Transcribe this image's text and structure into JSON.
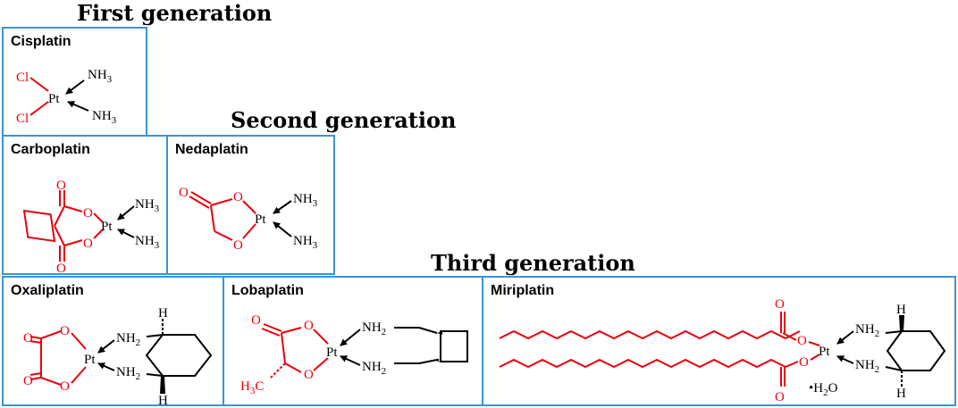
{
  "generations": {
    "first": "First generation",
    "second": "Second generation",
    "third": "Third generation"
  },
  "drugs": {
    "cisplatin": "Cisplatin",
    "carboplatin": "Carboplatin",
    "nedaplatin": "Nedaplatin",
    "oxaliplatin": "Oxaliplatin",
    "lobaplatin": "Lobaplatin",
    "miriplatin": "Miriplatin"
  },
  "atoms": {
    "pt": "Pt",
    "cl": "Cl",
    "nh": "NH",
    "nh_sub": "3",
    "nh2_sub": "2",
    "o": "O",
    "h": "H",
    "h3c": "H",
    "h3c_sub": "3",
    "h3c_c": "C",
    "water_dot": "•",
    "water_h": "H",
    "water_sub": "2",
    "water_o": "O"
  },
  "colors": {
    "box_border": "#3b93d6",
    "ligand_red": "#e8000b",
    "atom_black": "#000000"
  }
}
